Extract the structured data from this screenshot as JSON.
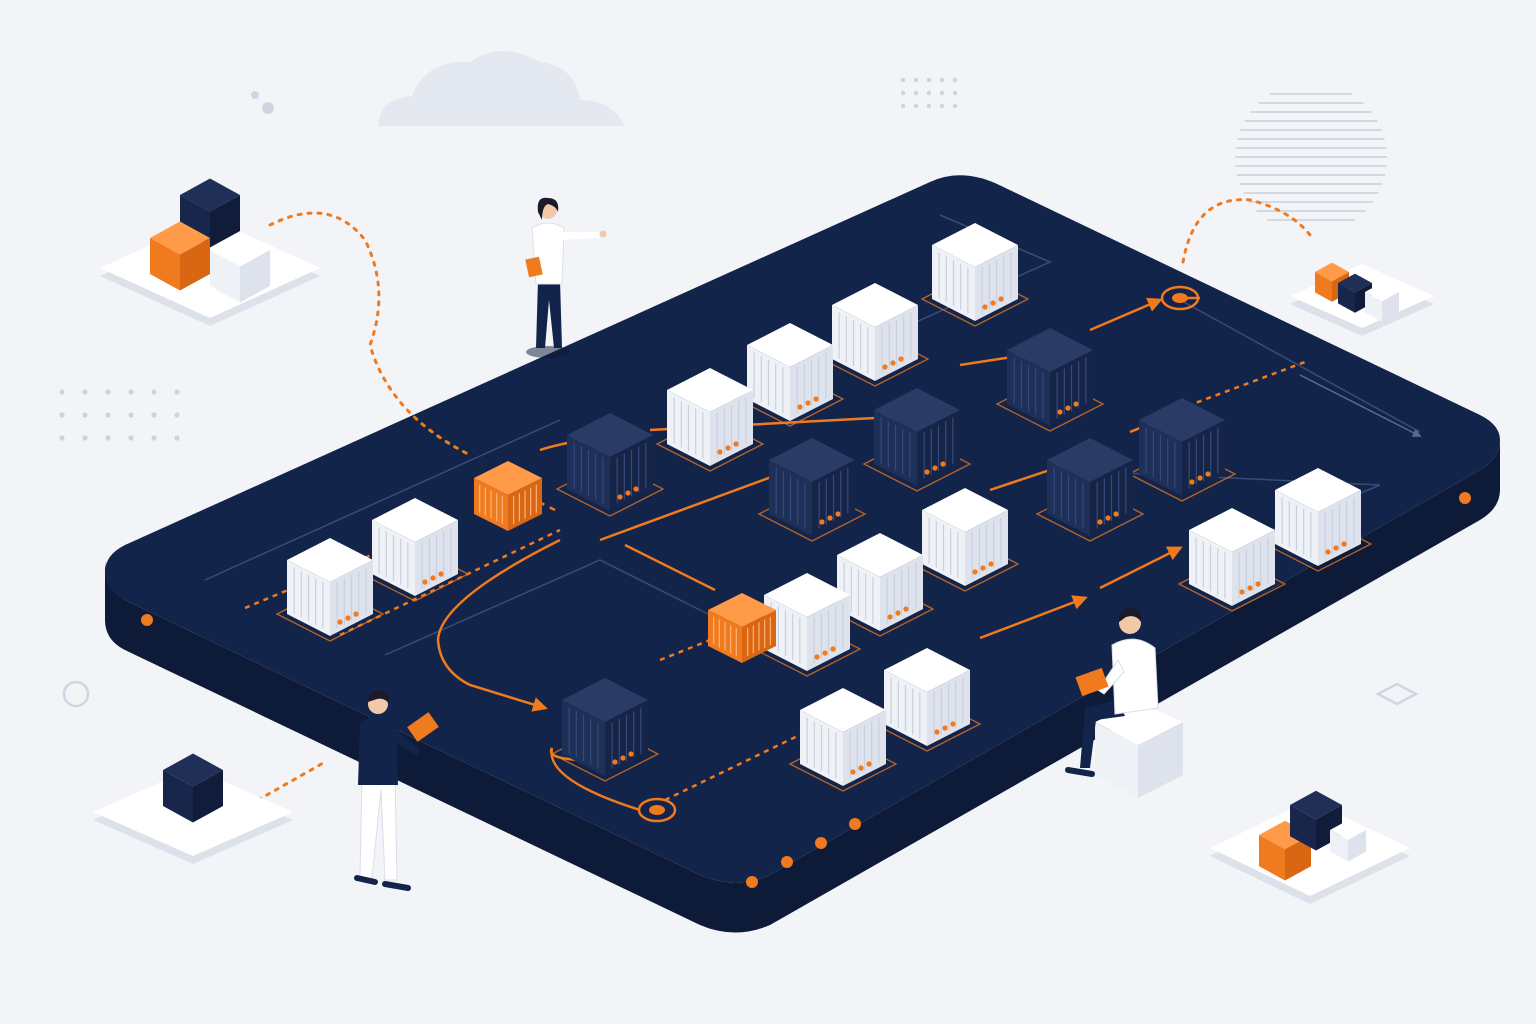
{
  "palette": {
    "background": "#f2f4f8",
    "platform_top": "#13244a",
    "platform_side": "#0d1a38",
    "accent": "#f07a1e",
    "container_white": "#ffffff",
    "container_dark": "#1c2d55",
    "pad": "#ffffff",
    "decor_gray": "#d6dbe6"
  },
  "icons": {
    "cloud": "cloud-icon",
    "striped_sphere": "striped-circle-icon",
    "dot_grid": "dot-grid-icon",
    "ring": "ring-icon",
    "diamond": "diamond-outline-icon"
  },
  "containers": [
    {
      "id": "w01",
      "tone": "white"
    },
    {
      "id": "w02",
      "tone": "white"
    },
    {
      "id": "w03",
      "tone": "white"
    },
    {
      "id": "w04",
      "tone": "white"
    },
    {
      "id": "w05",
      "tone": "white"
    },
    {
      "id": "w06",
      "tone": "white"
    },
    {
      "id": "w07",
      "tone": "white"
    },
    {
      "id": "w08",
      "tone": "white"
    },
    {
      "id": "w09",
      "tone": "white"
    },
    {
      "id": "w10",
      "tone": "white"
    },
    {
      "id": "w11",
      "tone": "white"
    },
    {
      "id": "w12",
      "tone": "white"
    },
    {
      "id": "w13",
      "tone": "white"
    },
    {
      "id": "d01",
      "tone": "dark"
    },
    {
      "id": "d02",
      "tone": "dark"
    },
    {
      "id": "d03",
      "tone": "dark"
    },
    {
      "id": "d04",
      "tone": "dark"
    },
    {
      "id": "d05",
      "tone": "dark"
    },
    {
      "id": "d06",
      "tone": "dark"
    },
    {
      "id": "d07",
      "tone": "dark"
    },
    {
      "id": "o01",
      "tone": "orange"
    },
    {
      "id": "o02",
      "tone": "orange"
    }
  ],
  "people": [
    {
      "id": "woman-pointing",
      "pose": "standing-pointing"
    },
    {
      "id": "man-with-tablet",
      "pose": "standing-tablet"
    },
    {
      "id": "man-seated-laptop",
      "pose": "seated-laptop"
    }
  ],
  "side_pads": [
    {
      "id": "top-left",
      "cubes": [
        "dark",
        "orange",
        "white"
      ]
    },
    {
      "id": "top-right",
      "cubes": [
        "orange",
        "dark",
        "white"
      ]
    },
    {
      "id": "bottom-left",
      "cubes": [
        "dark"
      ]
    },
    {
      "id": "bottom-right",
      "cubes": [
        "orange",
        "dark",
        "white"
      ]
    }
  ]
}
